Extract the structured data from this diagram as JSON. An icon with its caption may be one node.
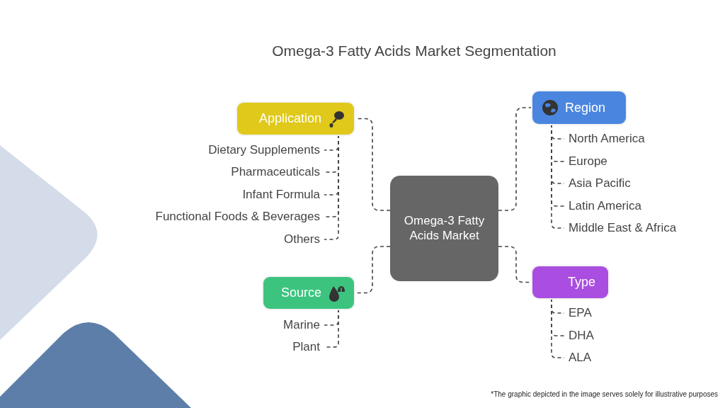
{
  "diagram": {
    "title": "Omega-3 Fatty Acids Market Segmentation",
    "nodes": [
      {
        "text": [
          "Omega-3 Fatty Acids Market"
        ]
      },
      {
        "text": [
          "Application"
        ]
      },
      {
        "text": [
          "Dietary Supplements"
        ]
      },
      {
        "text": [
          "Pharmaceuticals"
        ]
      },
      {
        "text": [
          "Infant Formula"
        ]
      },
      {
        "text": [
          "Functional Foods & Beverages"
        ]
      },
      {
        "text": [
          "Others"
        ]
      },
      {
        "text": [
          "Source"
        ]
      },
      {
        "text": [
          "Marine"
        ]
      },
      {
        "text": [
          "Plant"
        ]
      },
      {
        "text": [
          "Region"
        ]
      },
      {
        "text": [
          "North America"
        ]
      },
      {
        "text": [
          "Europe"
        ]
      },
      {
        "text": [
          "Asia Pacific"
        ]
      },
      {
        "text": [
          "Latin America"
        ]
      },
      {
        "text": [
          "Middle East & Africa"
        ]
      },
      {
        "text": [
          "Type"
        ]
      },
      {
        "text": [
          "EPA"
        ]
      },
      {
        "text": [
          "DHA"
        ]
      },
      {
        "text": [
          "ALA"
        ]
      }
    ],
    "edges": [
      {
        "from": 0,
        "to": 1,
        "arrow": "none",
        "style": "dashed"
      },
      {
        "from": 0,
        "to": 7,
        "arrow": "none",
        "style": "dashed"
      },
      {
        "from": 0,
        "to": 10,
        "arrow": "none",
        "style": "dashed"
      },
      {
        "from": 0,
        "to": 16,
        "arrow": "none",
        "style": "dashed"
      },
      {
        "from": 1,
        "to": 2,
        "arrow": "none",
        "style": "dashed"
      },
      {
        "from": 1,
        "to": 3,
        "arrow": "none",
        "style": "dashed"
      },
      {
        "from": 1,
        "to": 4,
        "arrow": "none",
        "style": "dashed"
      },
      {
        "from": 1,
        "to": 5,
        "arrow": "none",
        "style": "dashed"
      },
      {
        "from": 1,
        "to": 6,
        "arrow": "none",
        "style": "dashed"
      },
      {
        "from": 7,
        "to": 8,
        "arrow": "none",
        "style": "dashed"
      },
      {
        "from": 7,
        "to": 9,
        "arrow": "none",
        "style": "dashed"
      },
      {
        "from": 10,
        "to": 11,
        "arrow": "none",
        "style": "dashed"
      },
      {
        "from": 10,
        "to": 12,
        "arrow": "none",
        "style": "dashed"
      },
      {
        "from": 10,
        "to": 13,
        "arrow": "none",
        "style": "dashed"
      },
      {
        "from": 10,
        "to": 14,
        "arrow": "none",
        "style": "dashed"
      },
      {
        "from": 10,
        "to": 15,
        "arrow": "none",
        "style": "dashed"
      },
      {
        "from": 16,
        "to": 17,
        "arrow": "none",
        "style": "dashed"
      },
      {
        "from": 16,
        "to": 18,
        "arrow": "none",
        "style": "dashed"
      },
      {
        "from": 16,
        "to": 19,
        "arrow": "none",
        "style": "dashed"
      }
    ],
    "labels": [
      "*The graphic depicted in the image serves solely for illustrative purposes"
    ]
  }
}
